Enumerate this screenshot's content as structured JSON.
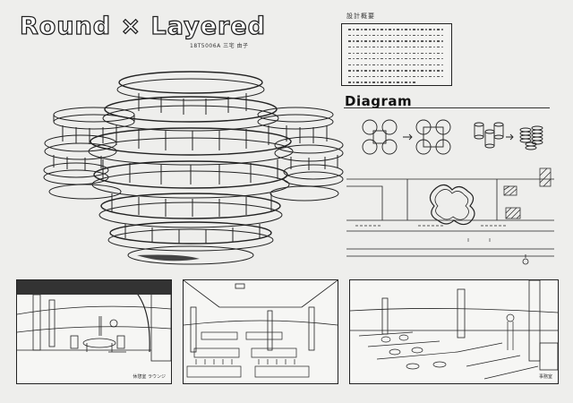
{
  "header": {
    "title": "Round × Layered",
    "subtitle": "18T5006A 三宅 由子"
  },
  "design_notes": {
    "heading": "設計概要"
  },
  "diagram": {
    "heading": "Diagram"
  },
  "captions": {
    "panel_1": "休憩室 ラウンジ",
    "panel_3": "事務室"
  },
  "colors": {
    "ink": "#222222",
    "paper": "#eeeeec"
  }
}
